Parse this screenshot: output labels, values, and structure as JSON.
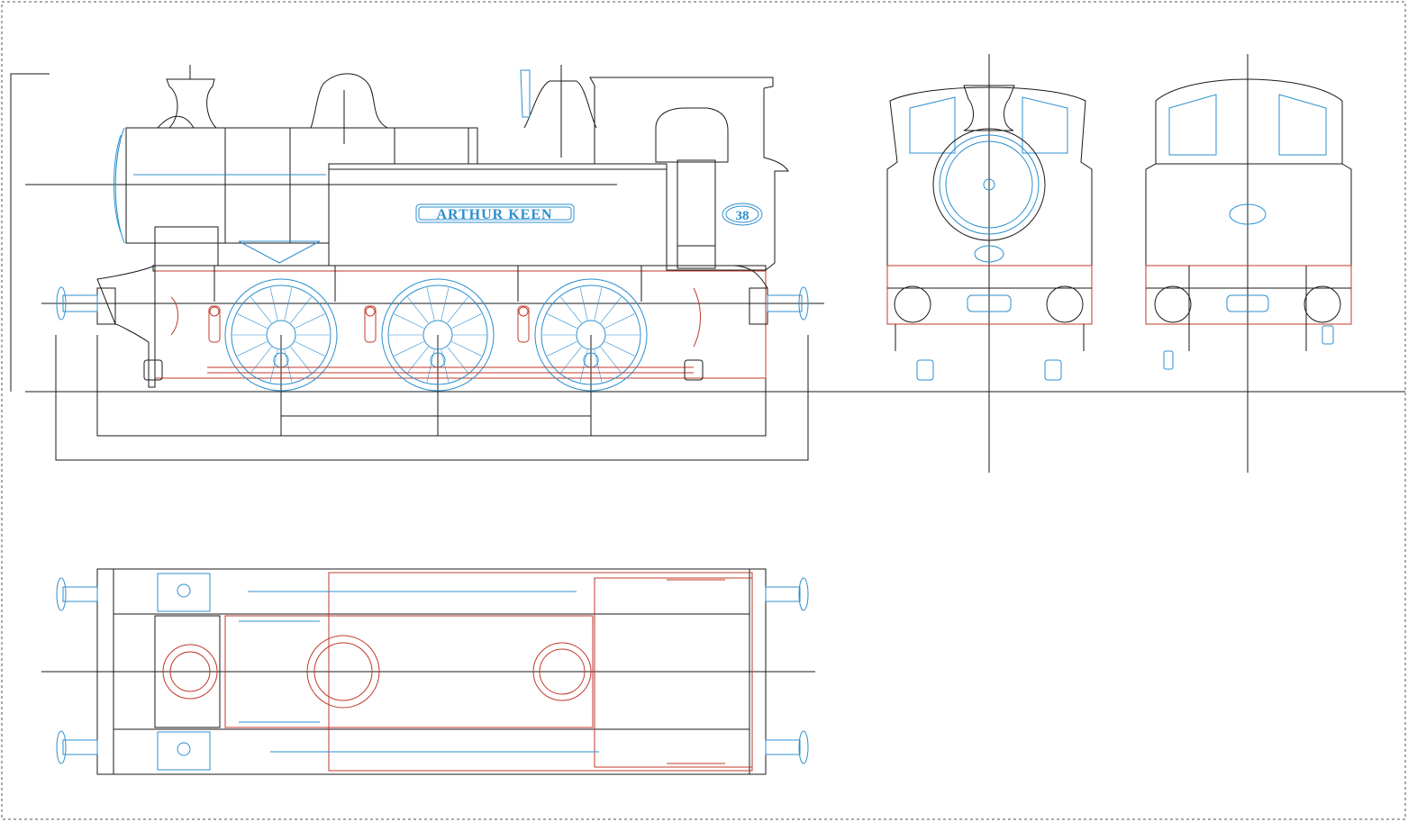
{
  "drawing": {
    "nameplate": "ARTHUR KEEN",
    "number_plate": "38",
    "views": [
      "side-elevation",
      "front-elevation",
      "rear-elevation",
      "plan-view"
    ],
    "colors": {
      "outline": "#1a1a1a",
      "detail_blue": "#2c8fcf",
      "detail_red": "#c0392b",
      "background": "#ffffff"
    }
  }
}
